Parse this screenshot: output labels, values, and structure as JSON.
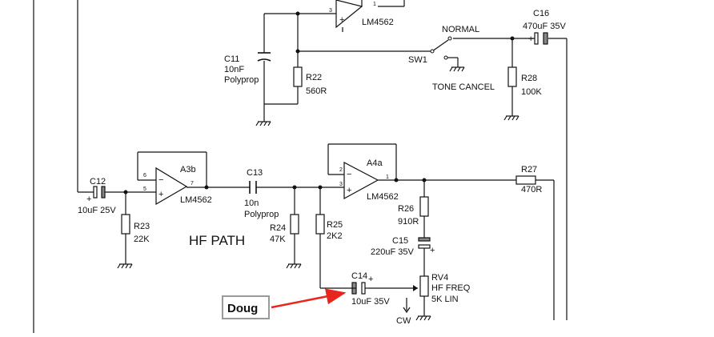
{
  "schematic": {
    "labels": {
      "c11_name": "C11",
      "c11_val": "10nF",
      "c11_type": "Polyprop",
      "r22_name": "R22",
      "r22_val": "560R",
      "u_top": "LM4562",
      "pin3_top": "3",
      "pin1_top": "1",
      "normal": "NORMAL",
      "sw1": "SW1",
      "tone_cancel": "TONE CANCEL",
      "c16_name": "C16",
      "c16_val": "470uF 35V",
      "r28_name": "R28",
      "r28_val": "100K",
      "c12_name": "C12",
      "c12_val": "10uF 25V",
      "r23_name": "R23",
      "r23_val": "22K",
      "a3b_name": "A3b",
      "a3b_part": "LM4562",
      "pin6": "6",
      "pin5": "5",
      "pin7": "7",
      "c13_name": "C13",
      "c13_val": "10n",
      "c13_type": "Polyprop",
      "a4a_name": "A4a",
      "a4a_part": "LM4562",
      "pin2": "2",
      "pin3": "3",
      "pin1": "1",
      "r27_name": "R27",
      "r27_val": "470R",
      "r26_name": "R26",
      "r26_val": "910R",
      "r24_name": "R24",
      "r24_val": "47K",
      "r25_name": "R25",
      "r25_val": "2K2",
      "hf_path": "HF PATH",
      "c15_name": "C15",
      "c15_val": "220uF 35V",
      "c14_name": "C14",
      "c14_val": "10uF 35V",
      "rv4_name": "RV4",
      "rv4_func": "HF FREQ",
      "rv4_val": "5K LIN",
      "cw": "CW",
      "plus": "+"
    },
    "callout": {
      "label": "Doug",
      "arrow_color": "#e8261d",
      "border_color": "#9a9a9a"
    }
  }
}
